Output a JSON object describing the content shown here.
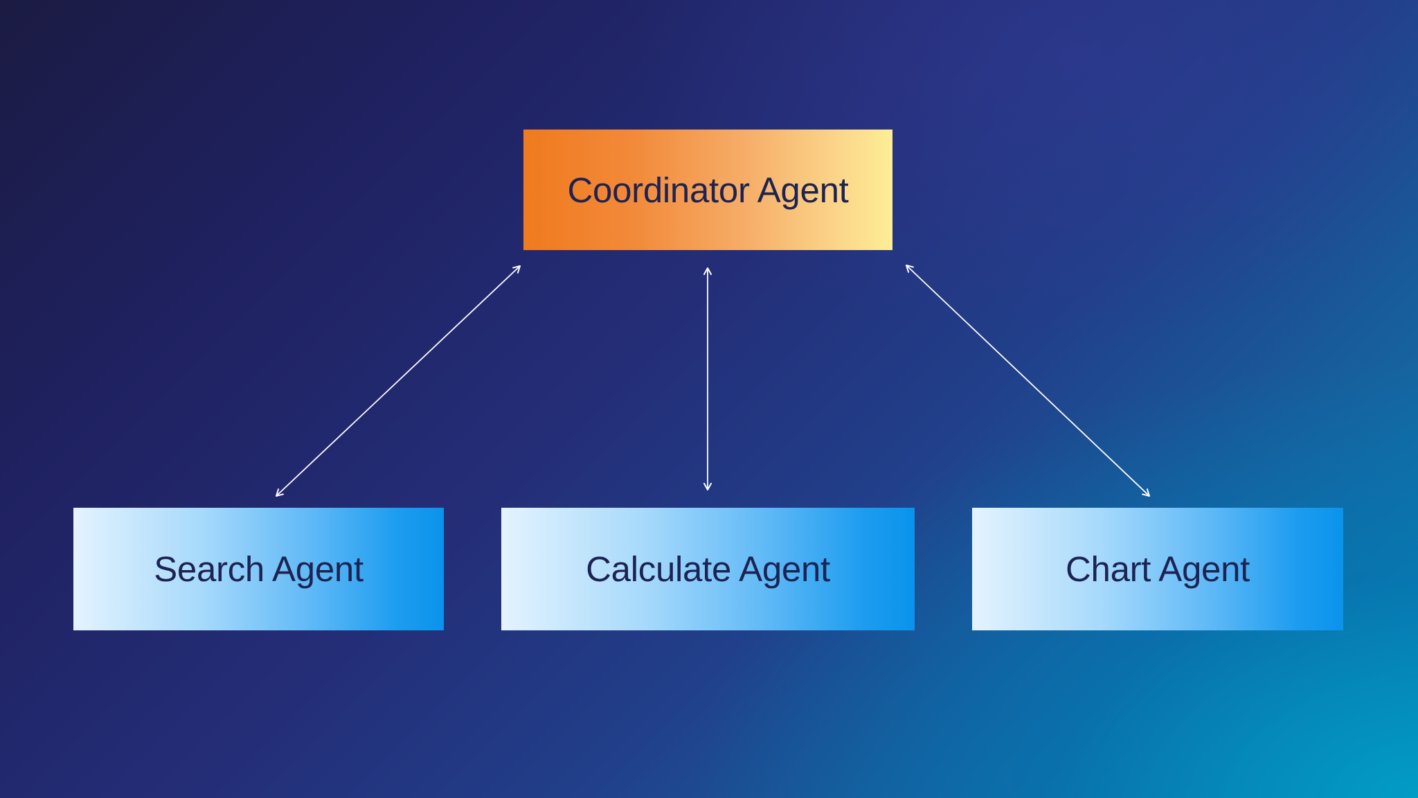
{
  "diagram": {
    "coordinator": {
      "label": "Coordinator Agent"
    },
    "agents": [
      {
        "label": "Search Agent"
      },
      {
        "label": "Calculate Agent"
      },
      {
        "label": "Chart Agent"
      }
    ],
    "connections": [
      {
        "from": "Coordinator Agent",
        "to": "Search Agent",
        "direction": "bidirectional"
      },
      {
        "from": "Coordinator Agent",
        "to": "Calculate Agent",
        "direction": "bidirectional"
      },
      {
        "from": "Coordinator Agent",
        "to": "Chart Agent",
        "direction": "bidirectional"
      }
    ]
  },
  "colors": {
    "label_text": "#1d2352",
    "connector": "#ffffff",
    "coordinator_gradient": [
      "#f07a1e",
      "#fdee96"
    ],
    "agent_gradient": [
      "#e4f3fe",
      "#0a93ec"
    ]
  }
}
